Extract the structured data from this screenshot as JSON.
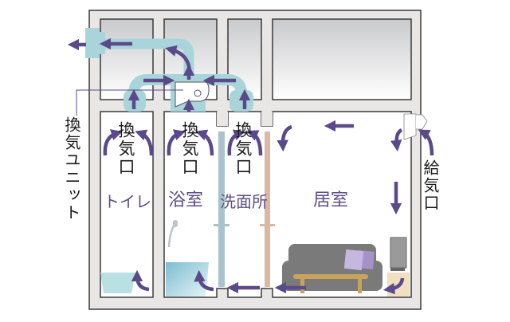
{
  "diagram": {
    "title": "24時間換気システム",
    "labels": {
      "ventilation_unit": "換気ユニット",
      "exhaust_port": "換気口",
      "supply_port": "給気口"
    },
    "rooms": [
      {
        "id": "toilet",
        "name": "トイレ"
      },
      {
        "id": "bathroom",
        "name": "浴室"
      },
      {
        "id": "washroom",
        "name": "洗面所"
      },
      {
        "id": "living",
        "name": "居室"
      }
    ],
    "colors": {
      "arrow": "#5a4a8a",
      "duct": "#a8d4da",
      "wall": "#e9e6e6",
      "outline": "#3a3a3a",
      "window_top": "#cfd0d2",
      "window_bottom": "#ffffff",
      "sofa": "#7a7a7a",
      "table": "#c8a45a",
      "cushion": "#b7a6d6",
      "toilet": "#b9e0e2",
      "bathtub": "#8cc5d6",
      "cold_pipe": "#a9c3cc",
      "hot_pipe": "#d9b9a4",
      "tv_stand": "#f0dfc0"
    },
    "flow": "outdoor air enters at supply port, passes through living room and under doors, exhausted via toilet, bathroom and washroom ports to ventilation unit"
  }
}
